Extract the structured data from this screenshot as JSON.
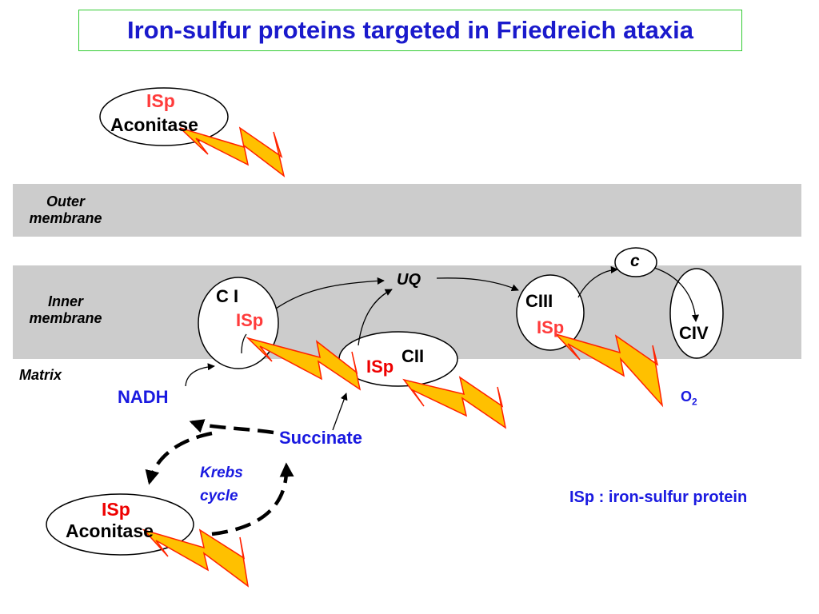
{
  "title": "Iron-sulfur proteins targeted in Friedreich ataxia",
  "membranes": {
    "outer_line1": "Outer",
    "outer_line2": "membrane",
    "inner_line1": "Inner",
    "inner_line2": "membrane",
    "matrix": "Matrix"
  },
  "nodes": {
    "aconitase_top_isp": "ISp",
    "aconitase_top_name": "Aconitase",
    "complex1": "C I",
    "complex1_isp": "ISp",
    "complex2": "CII",
    "complex2_isp": "ISp",
    "complex3": "CIII",
    "complex3_isp": "ISp",
    "complex4": "CIV",
    "uq": "UQ",
    "cytc": "c",
    "oxygen": "O",
    "oxygen_sub": "2",
    "nadh": "NADH",
    "succinate": "Succinate",
    "krebs_line1": "Krebs",
    "krebs_line2": "cycle",
    "aconitase_bottom_isp": "ISp",
    "aconitase_bottom_name": "Aconitase"
  },
  "legend": "ISp : iron-sulfur protein",
  "colors": {
    "title_blue": "#1a1acc",
    "title_border": "#33cc33",
    "membrane_gray": "#cccccc",
    "isp_red": "#ff3b3b",
    "bolt_fill": "#ffc000",
    "bolt_stroke": "#ff2200"
  }
}
